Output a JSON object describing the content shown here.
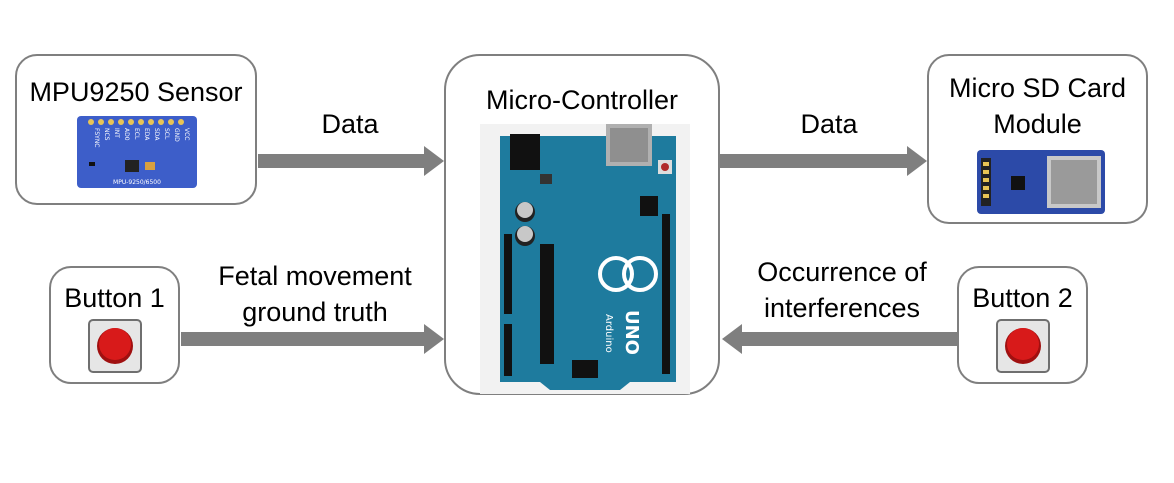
{
  "nodes": {
    "sensor": {
      "title": "MPU9250 Sensor",
      "board_text": "MPU-9250/6500",
      "pin_labels": [
        "VCC",
        "GND",
        "SCL",
        "SDA",
        "EDA",
        "ECL",
        "AD0",
        "INT",
        "NCS",
        "FSYNC"
      ]
    },
    "controller": {
      "title": "Micro-Controller",
      "board_text": [
        "Arduino",
        "UNO"
      ]
    },
    "sdcard": {
      "title_line1": "Micro SD Card",
      "title_line2": "Module"
    },
    "button1": {
      "title": "Button 1"
    },
    "button2": {
      "title": "Button 2"
    }
  },
  "edges": {
    "sensor_to_controller": {
      "label": "Data"
    },
    "controller_to_sdcard": {
      "label": "Data"
    },
    "button1_to_controller": {
      "label_line1": "Fetal movement",
      "label_line2": "ground truth"
    },
    "button2_to_controller": {
      "label_line1": "Occurrence of",
      "label_line2": "interferences"
    }
  },
  "colors": {
    "arrow": "#7f7f7f",
    "box_border": "#7f7f7f",
    "arduino_blue": "#1e7b9e",
    "sensor_blue": "#3d5ec9",
    "sd_blue": "#2c4aa8",
    "button_red": "#d81a1a"
  }
}
